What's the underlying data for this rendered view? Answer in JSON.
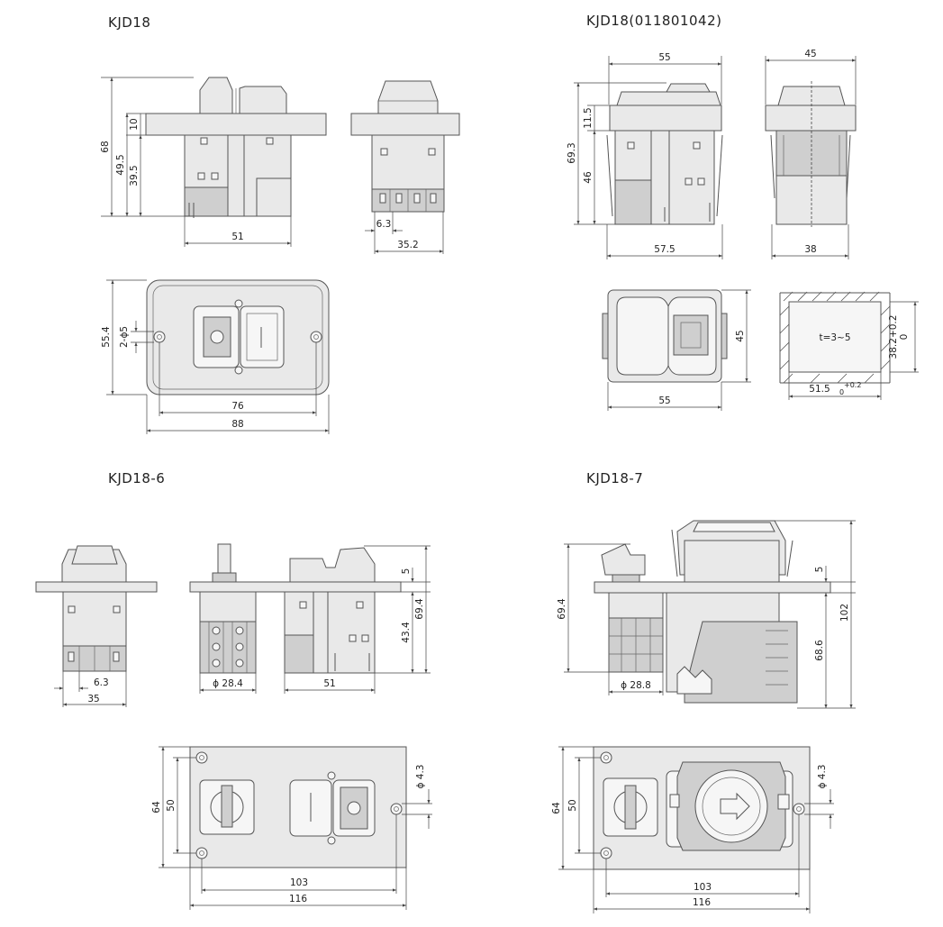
{
  "titles": {
    "kjd18": "KJD18",
    "kjd18_variant": "KJD18(011801042)",
    "kjd18_6": "KJD18-6",
    "kjd18_7": "KJD18-7"
  },
  "dims": {
    "kjd18": {
      "h68": "68",
      "h49_5": "49.5",
      "h39_5": "39.5",
      "h10": "10",
      "w51": "51",
      "w6_3": "6.3",
      "w35_2": "35.2",
      "h55_4": "55.4",
      "hole": "2-ϕ5",
      "w76": "76",
      "w88": "88"
    },
    "variant": {
      "w55": "55",
      "w45": "45",
      "h11_5": "11.5",
      "h69_3": "69.3",
      "h46": "46",
      "w57_5": "57.5",
      "w38": "38",
      "h45": "45",
      "w55b": "55",
      "thickness": "t=3~5",
      "h38_2": "38.2+0.2",
      "h38_2_tol": "0",
      "w51_5": "51.5",
      "w51_5_tol_up": "+0.2",
      "w51_5_tol_dn": "0"
    },
    "kjd18_6": {
      "w6_3": "6.3",
      "w35": "35",
      "d28_4": "ϕ 28.4",
      "w51": "51",
      "h5": "5",
      "h69_4": "69.4",
      "h43_4": "43.4",
      "h64": "64",
      "h50": "50",
      "hole": "ϕ 4.3",
      "w103": "103",
      "w116": "116"
    },
    "kjd18_7": {
      "h69_4": "69.4",
      "d28_8": "ϕ 28.8",
      "h5": "5",
      "h102": "102",
      "h68_6": "68.6",
      "h64": "64",
      "h50": "50",
      "hole": "ϕ 4.3",
      "w103": "103",
      "w116": "116"
    }
  }
}
